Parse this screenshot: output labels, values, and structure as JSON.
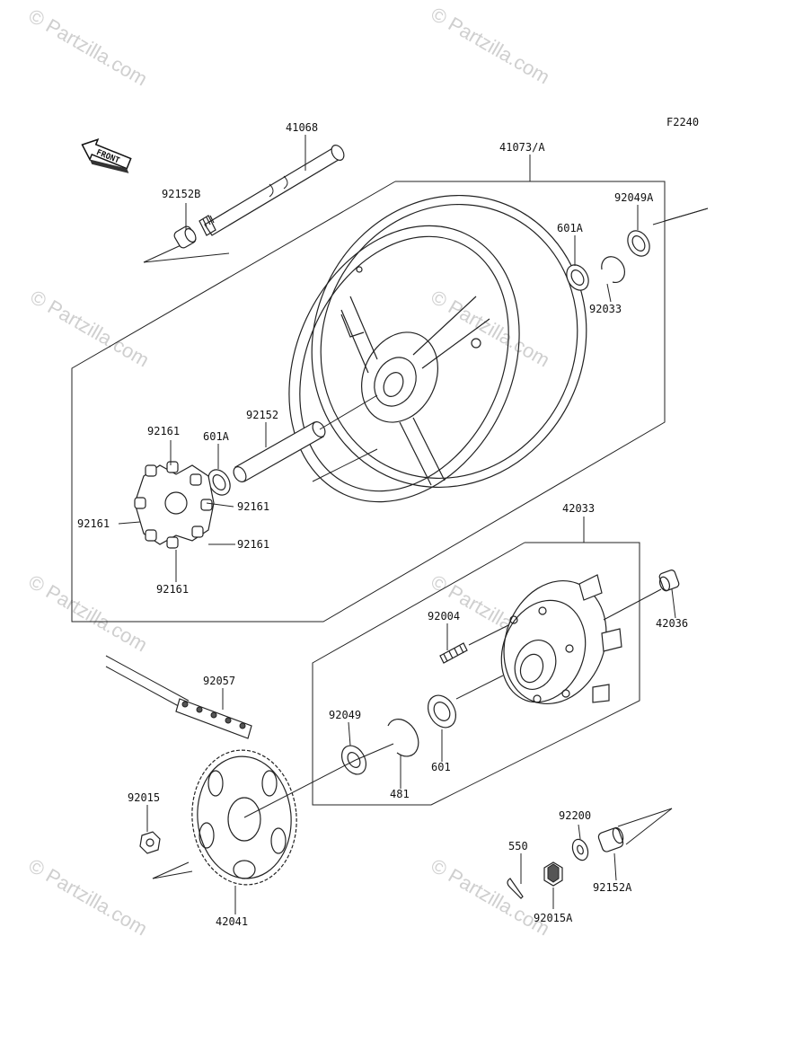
{
  "figure_code": "F2240",
  "front_label": "FRONT",
  "watermark": "© Partzilla.com",
  "parts": {
    "axle": "41068",
    "spacer_b": "92152B",
    "wheel": "41073/A",
    "seal_a": "92049A",
    "bearing_a_top": "601A",
    "circlip_a": "92033",
    "spacer": "92152",
    "bearing_a_mid": "601A",
    "damper_top": "92161",
    "damper_right_1": "92161",
    "damper_left": "92161",
    "damper_right_2": "92161",
    "damper_bottom": "92161",
    "coupling": "42033",
    "collar_coupling": "42036",
    "stud": "92004",
    "chain": "92057",
    "seal": "92049",
    "bearing": "601",
    "circlip": "481",
    "nut": "92015",
    "sprocket": "42041",
    "washer": "92200",
    "cotter_pin": "550",
    "axle_nut": "92015A",
    "spacer_a": "92152A"
  }
}
